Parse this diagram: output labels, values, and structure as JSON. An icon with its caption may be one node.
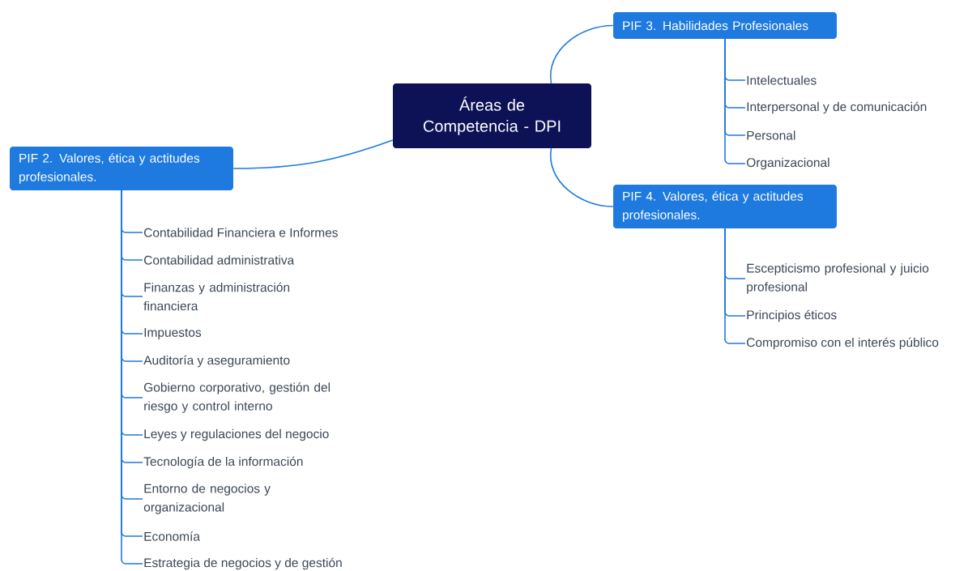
{
  "diagram": {
    "nodes": [
      {
        "text": [
          "Áreas de Competencia - DPI"
        ]
      },
      {
        "text": [
          "PIF 2. Valores, ética y actitudes profesionales."
        ]
      },
      {
        "text": [
          "Contabilidad Financiera e Informes"
        ]
      },
      {
        "text": [
          "Contabilidad administrativa"
        ]
      },
      {
        "text": [
          "Finanzas y administración financiera"
        ]
      },
      {
        "text": [
          "Impuestos"
        ]
      },
      {
        "text": [
          "Auditoría y aseguramiento"
        ]
      },
      {
        "text": [
          "Gobierno corporativo, gestión del riesgo y control interno"
        ]
      },
      {
        "text": [
          "Leyes y regulaciones del negocio"
        ]
      },
      {
        "text": [
          "Tecnología de la información"
        ]
      },
      {
        "text": [
          "Entorno de negocios y organizacional"
        ]
      },
      {
        "text": [
          "Economía"
        ]
      },
      {
        "text": [
          "Estrategia de negocios y de gestión"
        ]
      },
      {
        "text": [
          "PIF 3. Habilidades Profesionales"
        ]
      },
      {
        "text": [
          "Intelectuales"
        ]
      },
      {
        "text": [
          "Interpersonal y de comunicación"
        ]
      },
      {
        "text": [
          "Personal"
        ]
      },
      {
        "text": [
          "Organizacional"
        ]
      },
      {
        "text": [
          "PIF 4. Valores, ética y actitudes profesionales."
        ]
      },
      {
        "text": [
          "Escepticismo profesional y juicio profesional"
        ]
      },
      {
        "text": [
          "Principios éticos"
        ]
      },
      {
        "text": [
          "Compromiso con el interés público"
        ]
      }
    ],
    "edges": [
      {
        "from": 0,
        "to": 1,
        "arrow": "none"
      },
      {
        "from": 0,
        "to": 13,
        "arrow": "none"
      },
      {
        "from": 0,
        "to": 18,
        "arrow": "none"
      },
      {
        "from": 1,
        "to": 2,
        "arrow": "none"
      },
      {
        "from": 1,
        "to": 3,
        "arrow": "none"
      },
      {
        "from": 1,
        "to": 4,
        "arrow": "none"
      },
      {
        "from": 1,
        "to": 5,
        "arrow": "none"
      },
      {
        "from": 1,
        "to": 6,
        "arrow": "none"
      },
      {
        "from": 1,
        "to": 7,
        "arrow": "none"
      },
      {
        "from": 1,
        "to": 8,
        "arrow": "none"
      },
      {
        "from": 1,
        "to": 9,
        "arrow": "none"
      },
      {
        "from": 1,
        "to": 10,
        "arrow": "none"
      },
      {
        "from": 1,
        "to": 11,
        "arrow": "none"
      },
      {
        "from": 1,
        "to": 12,
        "arrow": "none"
      },
      {
        "from": 13,
        "to": 14,
        "arrow": "none"
      },
      {
        "from": 13,
        "to": 15,
        "arrow": "none"
      },
      {
        "from": 13,
        "to": 16,
        "arrow": "none"
      },
      {
        "from": 13,
        "to": 17,
        "arrow": "none"
      },
      {
        "from": 18,
        "to": 19,
        "arrow": "none"
      },
      {
        "from": 18,
        "to": 20,
        "arrow": "none"
      },
      {
        "from": 18,
        "to": 21,
        "arrow": "none"
      }
    ]
  }
}
